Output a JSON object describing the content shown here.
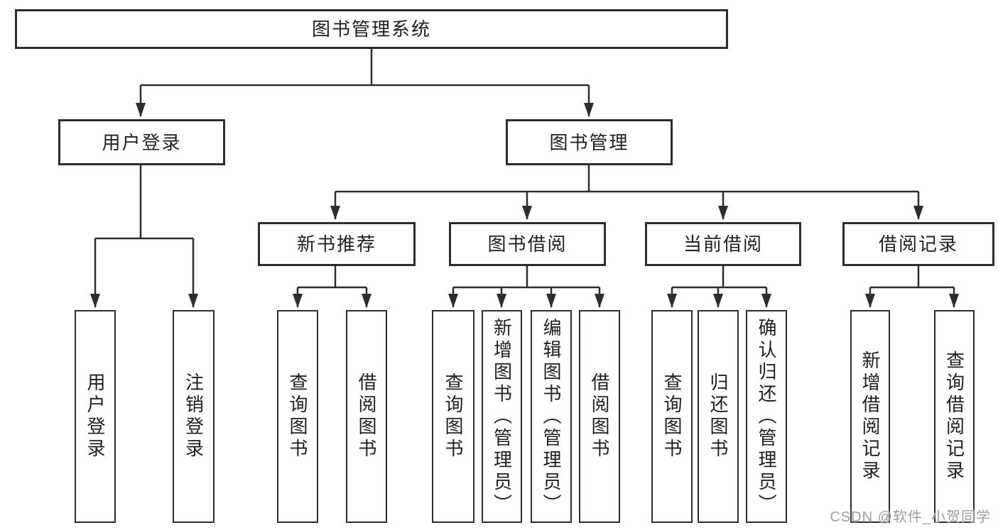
{
  "tree": {
    "root": {
      "label": "图书管理系统"
    },
    "branches": [
      {
        "label": "用户登录",
        "children": [
          "用户登录",
          "注销登录"
        ]
      },
      {
        "label": "图书管理",
        "groups": [
          {
            "label": "新书推荐",
            "children": [
              "查询图书",
              "借阅图书"
            ]
          },
          {
            "label": "图书借阅",
            "children": [
              "查询图书",
              "新增图书（管理员）",
              "编辑图书（管理员）",
              "借阅图书"
            ]
          },
          {
            "label": "当前借阅",
            "children": [
              "查询图书",
              "归还图书",
              "确认归还（管理员）"
            ]
          },
          {
            "label": "借阅记录",
            "children": [
              "新增借阅记录",
              "查询借阅记录"
            ]
          }
        ]
      }
    ]
  },
  "watermark": "CSDN @软件_小贺同学",
  "colors": {
    "line": "#2d2d2d",
    "text": "#1f1f1f",
    "background": "#ffffff",
    "watermark": "#9e9e9e"
  }
}
